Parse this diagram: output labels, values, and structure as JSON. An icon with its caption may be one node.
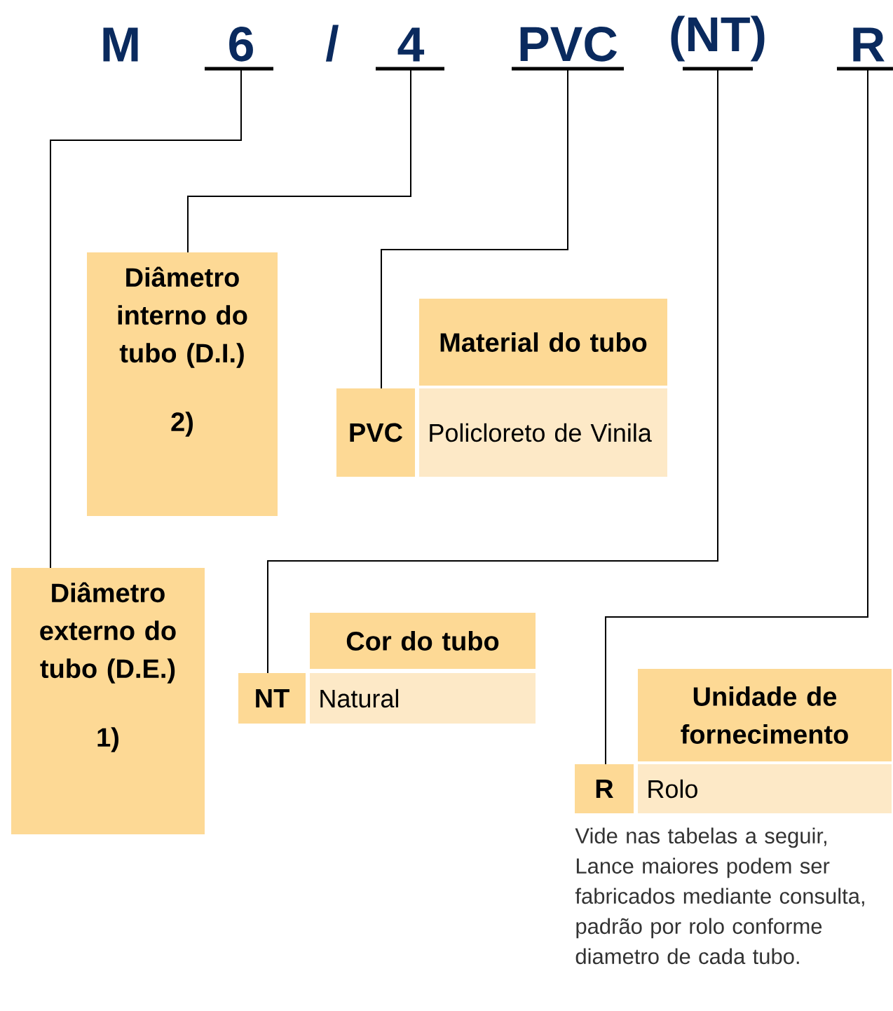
{
  "diagram": {
    "nodes": [
      {
        "text": [
          "6"
        ]
      },
      {
        "text": [
          "4"
        ]
      },
      {
        "text": [
          "PVC"
        ]
      },
      {
        "text": [
          "(NT)"
        ]
      },
      {
        "text": [
          "R"
        ]
      },
      {
        "text": [
          "Diâmetro interno do tubo (D.I.)",
          "2)"
        ]
      },
      {
        "text": [
          "Material do tubo"
        ]
      },
      {
        "text": [
          "PVC"
        ]
      },
      {
        "text": [
          "Policloreto de Vinila"
        ]
      },
      {
        "text": [
          "Diâmetro externo do tubo (D.E.)",
          "1)"
        ]
      },
      {
        "text": [
          "Cor do tubo"
        ]
      },
      {
        "text": [
          "NT"
        ]
      },
      {
        "text": [
          "Natural"
        ]
      },
      {
        "text": [
          "Unidade de fornecimento"
        ]
      },
      {
        "text": [
          "R"
        ]
      },
      {
        "text": [
          "Rolo"
        ]
      }
    ],
    "edges": [
      {
        "from": 0,
        "to": 9,
        "arrow": "none"
      },
      {
        "from": 1,
        "to": 5,
        "arrow": "none"
      },
      {
        "from": 2,
        "to": 7,
        "arrow": "none"
      },
      {
        "from": 3,
        "to": 11,
        "arrow": "none"
      },
      {
        "from": 4,
        "to": 14,
        "arrow": "none"
      }
    ],
    "labels": [
      "M",
      "/",
      "Vide nas tabelas a seguir, Lance maiores podem ser fabricados mediante consulta, padrão por rolo conforme diametro de cada tubo."
    ]
  }
}
